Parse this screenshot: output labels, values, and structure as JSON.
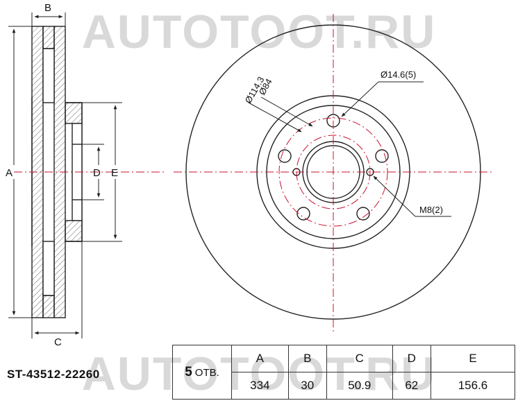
{
  "watermark": {
    "text": "AUTOTOOT.RU"
  },
  "part_number": "ST-43512-22260",
  "specs": {
    "hole_count": "5",
    "hole_unit": "ОТВ.",
    "headers": [
      "A",
      "B",
      "C",
      "D",
      "E"
    ],
    "values": [
      "334",
      "30",
      "50.9",
      "62",
      "156.6"
    ]
  },
  "drawing": {
    "section_labels": {
      "a": "A",
      "b": "B",
      "c": "C",
      "d": "D",
      "e": "E"
    },
    "annotations": {
      "pcd": "Ø114.3",
      "center_bore": "Ø84",
      "bolt_holes": "Ø14.6(5)",
      "threaded_holes": "M8(2)"
    }
  },
  "colors": {
    "line": "#222222",
    "center_line": "#c8102e",
    "watermark": "#d9d9d9"
  }
}
